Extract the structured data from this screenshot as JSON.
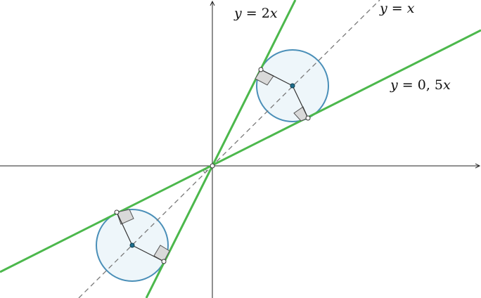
{
  "diagram": {
    "lines": [
      {
        "id": "line-y-2x",
        "slope": 2,
        "label_var": "y",
        "label_eq": " = 2",
        "label_var2": "x",
        "color": "#4cb84c"
      },
      {
        "id": "line-y-x",
        "slope": 1,
        "label_var": "y",
        "label_eq": " = ",
        "label_var2": "x",
        "color": "#7a7a7a",
        "dashed": true
      },
      {
        "id": "line-y-05x",
        "slope": 0.5,
        "label_var": "y",
        "label_eq": " = 0, 5",
        "label_var2": "x",
        "color": "#4cb84c"
      }
    ],
    "origin_label": "0",
    "circle_fill": "#eef6fa",
    "circle_stroke": "#4a8fb8",
    "center_color": "#1f6f8f",
    "right_angle_fill": "#d9d9d9"
  }
}
